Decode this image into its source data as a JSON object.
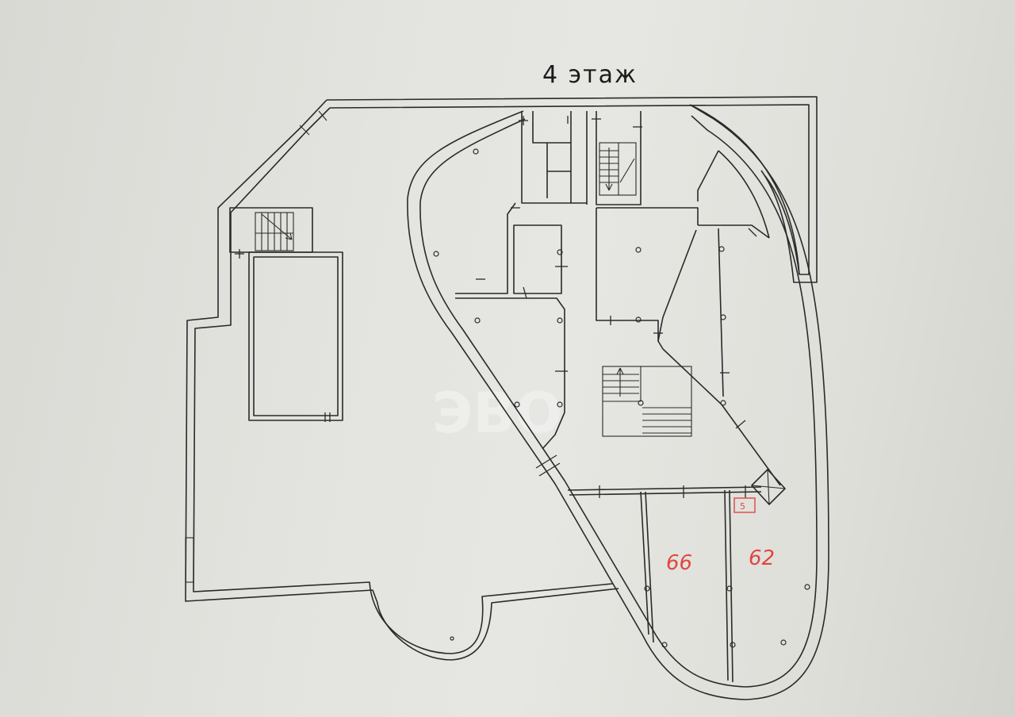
{
  "plan": {
    "title": "4 этаж",
    "unit_labels": [
      "66",
      "62"
    ],
    "marker_label": "5",
    "watermark": "ЭВО",
    "label_color": "#e0473e"
  }
}
